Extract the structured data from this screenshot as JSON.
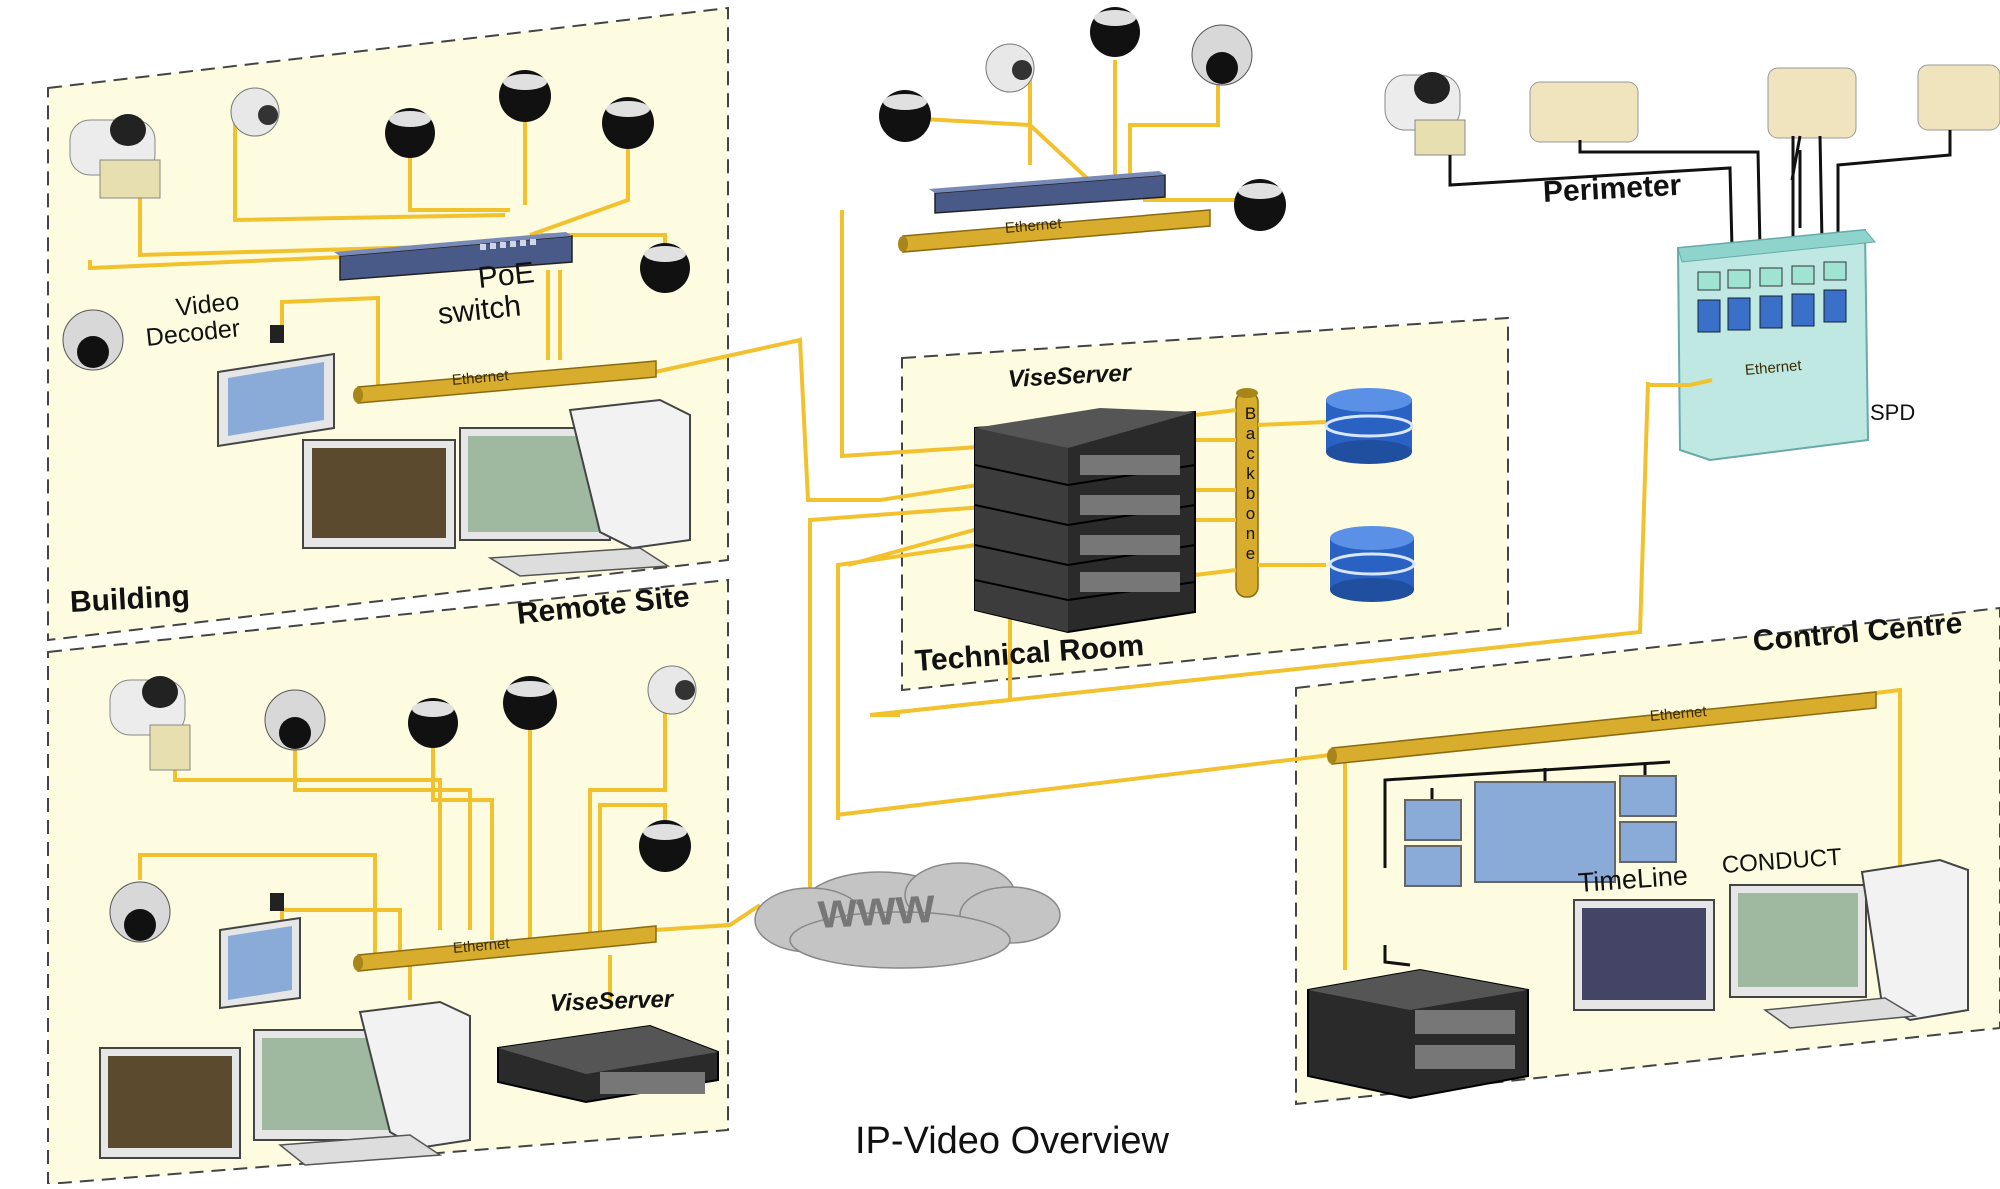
{
  "diagram": {
    "title": "IP-Video Overview",
    "zones": {
      "building": "Building",
      "remote_site": "Remote Site",
      "technical_room": "Technical Room",
      "control_centre": "Control Centre",
      "perimeter": "Perimeter"
    },
    "labels": {
      "video_decoder_line1": "Video",
      "video_decoder_line2": "Decoder",
      "poe_line1": "PoE",
      "poe_line2": "switch",
      "viseserver_technical": "ViseServer",
      "viseserver_remote": "ViseServer",
      "backbone": "Backbone",
      "spd": "SPD",
      "timeline": "TimeLine",
      "conduct": "CONDUCT",
      "www": "www"
    },
    "ethernet_label": "Ethernet",
    "colors": {
      "cable": "#f2c12e",
      "panel_fill": "#fdfbe0",
      "monitor_screen": "#8aaad8",
      "database": "#2a62c4",
      "spd_cabinet": "#bfe8e3"
    }
  }
}
